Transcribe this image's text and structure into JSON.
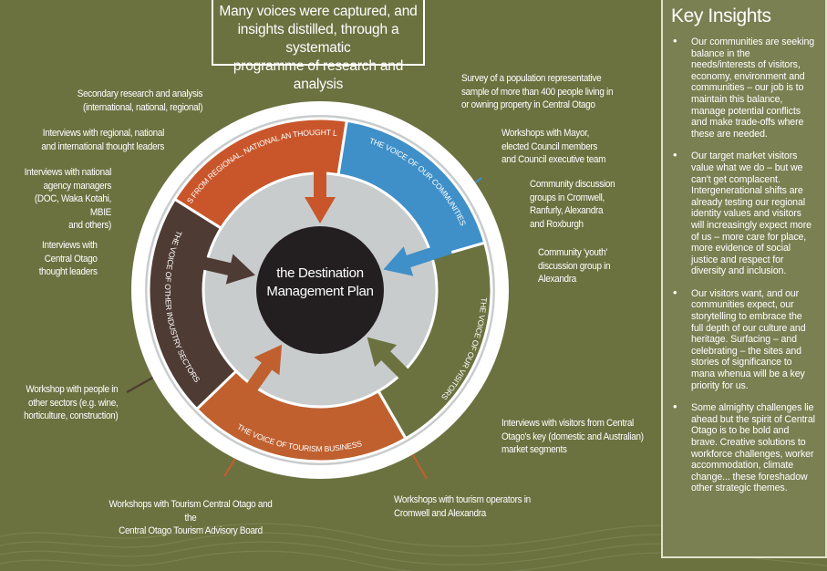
{
  "title_box": {
    "line1": "Many voices were captured, and",
    "line2": "insights distilled, through a systematic",
    "line3": "programme of research and analysis"
  },
  "center": {
    "line1": "the Destination",
    "line2": "Management Plan"
  },
  "segments": [
    {
      "label": "INSIGHTS FROM REGIONAL, NATIONAL AN THOUGHT LEADERS",
      "color": "#c9562b"
    },
    {
      "label": "THE VOICE OF OUR COMMUNITIES",
      "color": "#3f8fc8"
    },
    {
      "label": "THE VOICE OF OUR VISITORS",
      "color": "#6b7240"
    },
    {
      "label": "THE VOICE OF TOURISM BUSINESS",
      "color": "#c0602f"
    },
    {
      "label": "THE VOICE OF OTHER INDUSTRY SECTORS",
      "color": "#4e3b33"
    }
  ],
  "labels": {
    "secondary": {
      "l1": "Secondary research and analysis",
      "l2": "(international, national, regional)"
    },
    "regional": {
      "l1": "Interviews with regional, national",
      "l2": "and international thought leaders"
    },
    "agency": {
      "l1": "Interviews with national",
      "l2": "agency managers",
      "l3": "(DOC, Waka Kotahi, MBIE",
      "l4": "and others)"
    },
    "central": {
      "l1": "Interviews with",
      "l2": "Central Otago",
      "l3": "thought leaders"
    },
    "other_sectors": {
      "l1": "Workshop with people in",
      "l2": "other sectors  (e.g. wine,",
      "l3": "horticulture, construction)"
    },
    "tco": {
      "l1": "Workshops with Tourism Central Otago and the",
      "l2": "Central Otago Tourism Advisory Board"
    },
    "operators": {
      "l1": "Workshops with tourism operators in",
      "l2": "Cromwell and Alexandra"
    },
    "visitors": {
      "l1": "Interviews with visitors from Central",
      "l2": "Otago's key (domestic and Australian)",
      "l3": "market segments"
    },
    "youth": {
      "l1": "Community 'youth'",
      "l2": "discussion group in",
      "l3": "Alexandra"
    },
    "community": {
      "l1": "Community discussion",
      "l2": "groups in Cromwell,",
      "l3": "Ranfurly, Alexandra",
      "l4": "and Roxburgh"
    },
    "mayor": {
      "l1": "Workshops with Mayor,",
      "l2": "elected Council members",
      "l3": "and Council executive team"
    },
    "survey": {
      "l1": "Survey of a population representative",
      "l2": "sample of more than 400 people living in",
      "l3": "or owning property in Central Otago"
    }
  },
  "insights": {
    "heading": "Key Insights",
    "items": [
      "Our communities are seeking balance in the needs/interests of visitors, economy, environment and communities – our job is to maintain this balance, manage potential conflicts and make trade-offs where these are needed.",
      "Our target market visitors value what we do – but we can't get complacent. Intergenerational shifts are already testing our regional identity values and visitors will increasingly expect more of us – more care for place, more evidence of social justice and respect for diversity and inclusion.",
      "Our visitors want, and our communities expect, our storytelling to embrace the full depth of our culture and heritage. Surfacing – and celebrating – the sites and stories of significance to mana whenua will be a key priority for us.",
      "Some almighty challenges lie ahead but the spirit of Central Otago is to be bold and brave. Creative solutions to workforce challenges, worker accommodation, climate change... these foreshadow other strategic themes."
    ]
  }
}
